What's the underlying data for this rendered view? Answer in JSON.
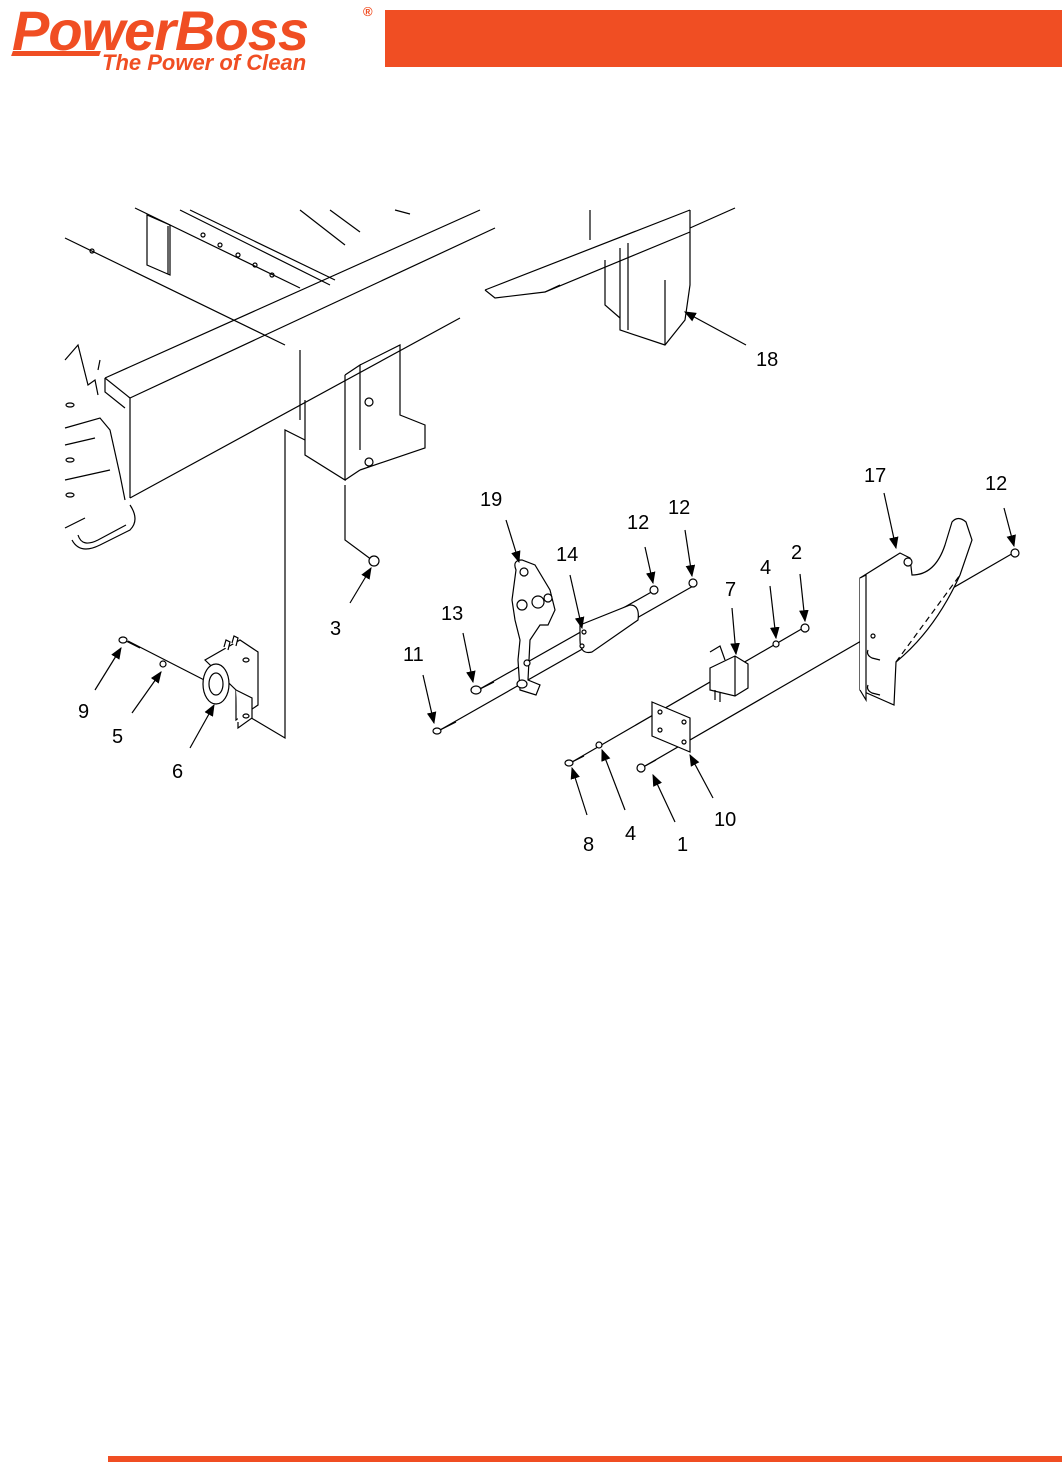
{
  "brand": {
    "name": "PowerBoss",
    "registered_mark": "®",
    "tagline": "The Power of Clean",
    "accent_color": "#f04e23"
  },
  "callouts": {
    "c18": "18",
    "c17": "17",
    "c19": "19",
    "c12a": "12",
    "c12b": "12",
    "c12c": "12",
    "c14": "14",
    "c13": "13",
    "c11": "11",
    "c3": "3",
    "c7": "7",
    "c4a": "4",
    "c2": "2",
    "c9": "9",
    "c5": "5",
    "c6": "6",
    "c10": "10",
    "c8": "8",
    "c4b": "4",
    "c1": "1"
  }
}
